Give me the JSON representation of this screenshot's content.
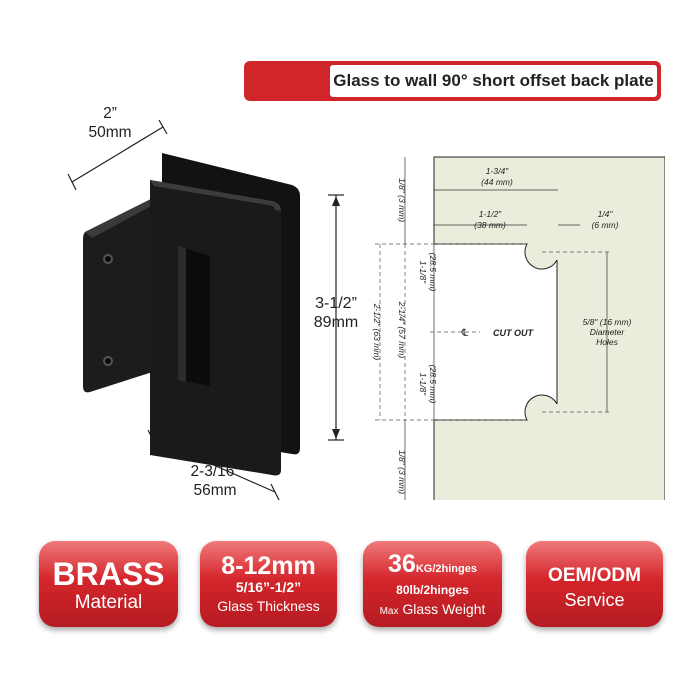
{
  "title": "Glass to wall 90° short offset back plate",
  "dimensions": {
    "width_in": "2”",
    "width_mm": "50mm",
    "height_in": "3-1/2”",
    "height_mm": "89mm",
    "depth_in": "2-3/16”",
    "depth_mm": "56mm"
  },
  "drawing": {
    "top_total": "1-3/4\"",
    "top_total_mm": "(44 mm)",
    "top_part": "1-1/2\"",
    "top_part_mm": "(38 mm)",
    "top_small": "1/4\"",
    "top_small_mm": "(6 mm)",
    "left_top": "1/8\" (3 mm)",
    "left_bottom": "1/8\" (3 mm)",
    "left_total": "2-1/2\" (63 mm)",
    "left_mid": "2-1/4\" (57 mm)",
    "upper_half": "1-1/8\"",
    "upper_half_mm": "(28.5 mm)",
    "lower_half": "1-1/8\"",
    "lower_half_mm": "(28.5 mm)",
    "center_symbol": "℄",
    "cut_out": "CUT OUT",
    "holes_size": "5/8\" (16 mm)",
    "holes_label1": "Diameter",
    "holes_label2": "Holes"
  },
  "badges": [
    {
      "big": "BRASS",
      "sub": "Material"
    },
    {
      "big": "8-12mm",
      "mid": "5/16”-1/2”",
      "sub": "Glass Thickness"
    },
    {
      "big": "36",
      "unit1": "KG/2hinges",
      "mid_num": "80lb/2hinges",
      "prefix": "Max",
      "sub": "Glass Weight"
    },
    {
      "big": "OEM/ODM",
      "sub": "Service"
    }
  ],
  "colors": {
    "accent": "#d0252b",
    "drawing_bg": "#e9eedc",
    "hinge": "#141414"
  }
}
